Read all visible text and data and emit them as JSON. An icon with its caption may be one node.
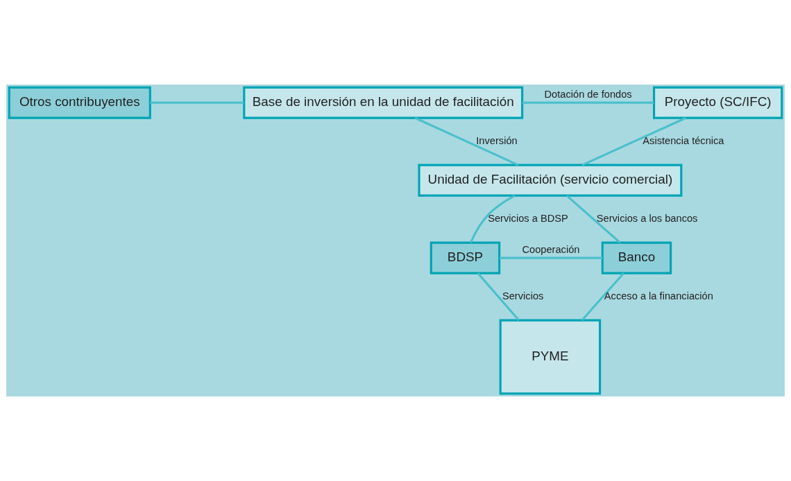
{
  "diagram": {
    "nodes": [
      {
        "text": [
          "Otros contribuyentes"
        ]
      },
      {
        "text": [
          "Base de inversión en la unidad de facilitación"
        ]
      },
      {
        "text": [
          "Proyecto (SC/IFC)"
        ]
      },
      {
        "text": [
          "Unidad de Facilitación (servicio comercial)"
        ]
      },
      {
        "text": [
          "BDSP"
        ]
      },
      {
        "text": [
          "Banco"
        ]
      },
      {
        "text": [
          "PYME"
        ]
      }
    ],
    "edges": [
      {
        "from": 0,
        "to": 1,
        "arrow": "none"
      },
      {
        "from": 1,
        "to": 2,
        "arrow": "none",
        "label": "Dotación de fondos"
      },
      {
        "from": 1,
        "to": 3,
        "arrow": "none",
        "label": "Inversión"
      },
      {
        "from": 2,
        "to": 3,
        "arrow": "none",
        "label": "Asistencia técnica"
      },
      {
        "from": 3,
        "to": 4,
        "arrow": "none",
        "label": "Servicios a BDSP"
      },
      {
        "from": 3,
        "to": 5,
        "arrow": "none",
        "label": "Servicios a los bancos"
      },
      {
        "from": 4,
        "to": 5,
        "arrow": "none",
        "label": "Cooperación"
      },
      {
        "from": 4,
        "to": 6,
        "arrow": "none",
        "label": "Servicios"
      },
      {
        "from": 5,
        "to": 6,
        "arrow": "none",
        "label": "Acceso a la financiación"
      }
    ]
  }
}
